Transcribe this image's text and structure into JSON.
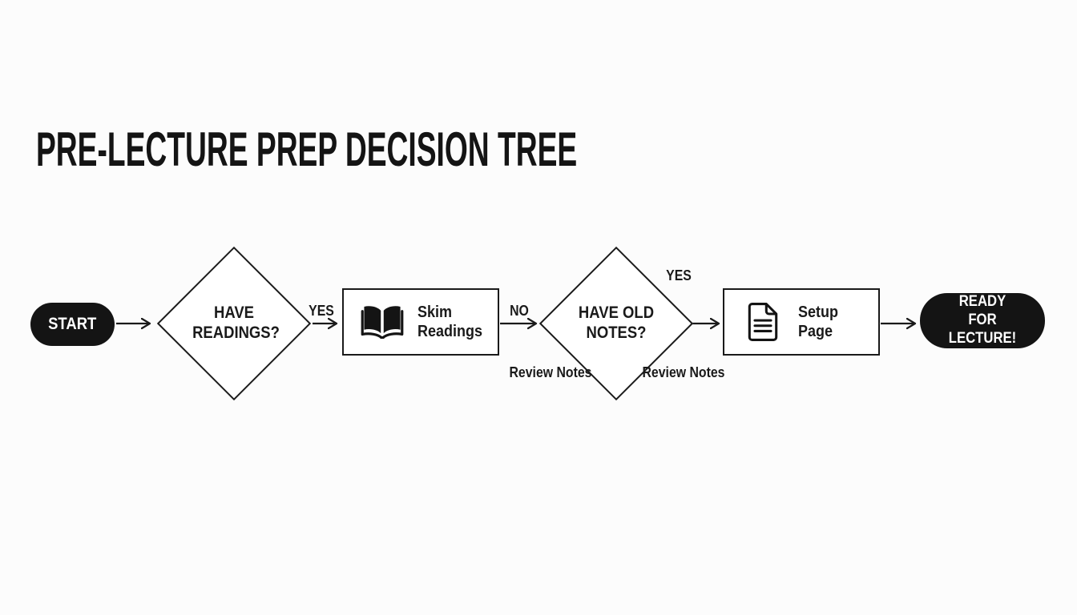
{
  "title": "PRE-LECTURE PREP DECISION TREE",
  "colors": {
    "background": "#fcfcfc",
    "ink": "#1a1a1a",
    "node_fill": "#ffffff",
    "terminal_fill": "#141414",
    "terminal_text": "#ffffff"
  },
  "nodes": {
    "start": {
      "type": "terminal",
      "label": "START"
    },
    "have_readings": {
      "type": "decision",
      "label": "HAVE READINGS?"
    },
    "skim_readings": {
      "type": "process",
      "label": "Skim Readings",
      "icon": "open-book-icon"
    },
    "have_old_notes": {
      "type": "decision",
      "label": "HAVE OLD NOTES?"
    },
    "setup_page": {
      "type": "process",
      "label": "Setup Page",
      "icon": "document-icon"
    },
    "ready": {
      "type": "terminal",
      "label": "READY FOR LECTURE!"
    }
  },
  "edges": [
    {
      "from": "start",
      "to": "have_readings",
      "label": ""
    },
    {
      "from": "have_readings",
      "to": "skim_readings",
      "label": "YES"
    },
    {
      "from": "skim_readings",
      "to": "have_old_notes",
      "label": "NO"
    },
    {
      "from": "have_old_notes",
      "to": "setup_page",
      "label": "YES"
    },
    {
      "from": "setup_page",
      "to": "ready",
      "label": ""
    }
  ],
  "edge_labels": {
    "yes1": "YES",
    "no1": "NO",
    "yes2": "YES",
    "review_left": "Review Notes",
    "review_right": "Review Notes"
  }
}
